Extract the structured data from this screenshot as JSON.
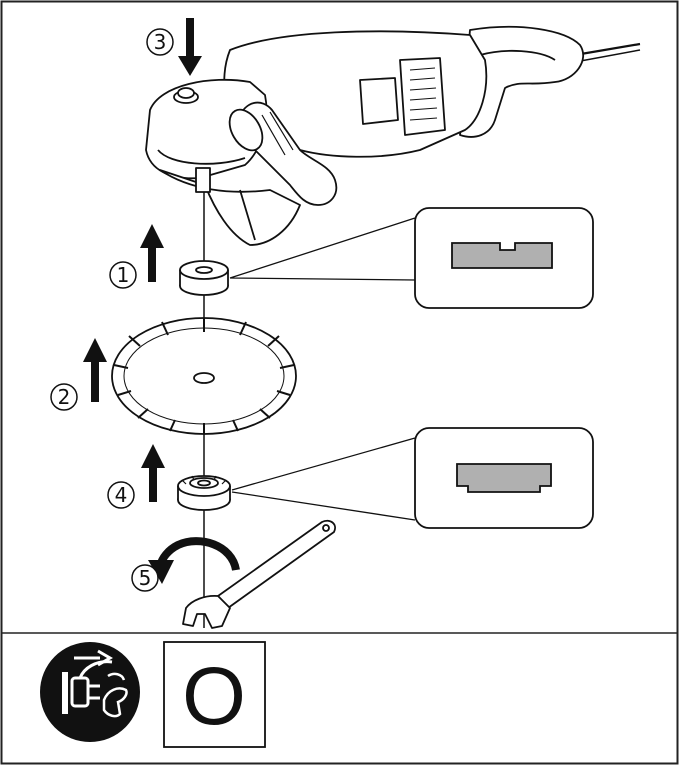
{
  "diagram": {
    "steps": [
      {
        "id": "step-1",
        "label": "1",
        "direction": "up"
      },
      {
        "id": "step-2",
        "label": "2",
        "direction": "up"
      },
      {
        "id": "step-3",
        "label": "3",
        "direction": "down"
      },
      {
        "id": "step-4",
        "label": "4",
        "direction": "up"
      },
      {
        "id": "step-5",
        "label": "5",
        "direction": "rotate-counterclockwise"
      }
    ],
    "parts": [
      "angle-grinder",
      "inner-flange",
      "diamond-wheel",
      "lock-nut",
      "lock-nut-wrench"
    ],
    "insets": [
      "inner-flange-profile",
      "lock-nut-profile"
    ],
    "power_switch_state": "O",
    "unplug_icon": "unplug-power-icon",
    "colors": {
      "line": "#111111",
      "inset_fill": "#b0b0b0",
      "frame": "#222222"
    }
  }
}
